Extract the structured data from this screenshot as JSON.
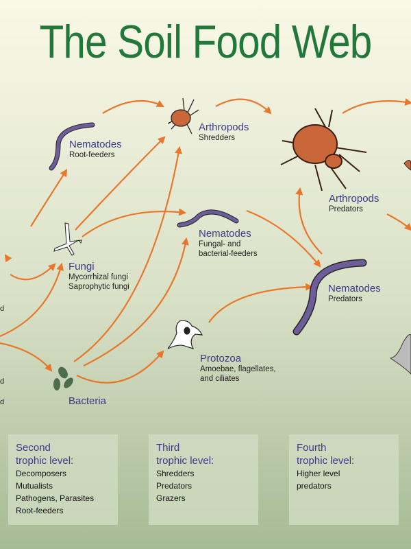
{
  "title": "The Soil Food Web",
  "colors": {
    "title": "#22773a",
    "label": "#3b3a8a",
    "arrow": "#e8772b",
    "nematode": "#6f5d9a",
    "arthropod": "#c9663a",
    "bacteria": "#4e6e4a"
  },
  "nodes": {
    "nematodes_root": {
      "name": "Nematodes",
      "sub": "Root-feeders"
    },
    "arthropods_shredders": {
      "name": "Arthropods",
      "sub": "Shredders"
    },
    "arthropods_predators": {
      "name": "Arthropods",
      "sub": "Predators"
    },
    "nematodes_fungal": {
      "name": "Nematodes",
      "sub1": "Fungal- and",
      "sub2": "bacterial-feeders"
    },
    "fungi": {
      "name": "Fungi",
      "sub1": "Mycorrhizal fungi",
      "sub2": "Saprophytic fungi"
    },
    "nematodes_predators": {
      "name": "Nematodes",
      "sub": "Predators"
    },
    "protozoa": {
      "name": "Protozoa",
      "sub1": "Amoebae, flagellates,",
      "sub2": "and ciliates"
    },
    "bacteria": {
      "name": "Bacteria"
    }
  },
  "edge_fragments": [
    "d",
    "d",
    "d"
  ],
  "trophic_levels": [
    {
      "heading1": "Second",
      "heading2": "trophic level:",
      "items": [
        "Decomposers",
        "Mutualists",
        "Pathogens, Parasites",
        "Root-feeders"
      ]
    },
    {
      "heading1": "Third",
      "heading2": "trophic level:",
      "items": [
        "Shredders",
        "Predators",
        "Grazers"
      ]
    },
    {
      "heading1": "Fourth",
      "heading2": "trophic level:",
      "items": [
        "Higher level",
        "predators"
      ]
    }
  ]
}
